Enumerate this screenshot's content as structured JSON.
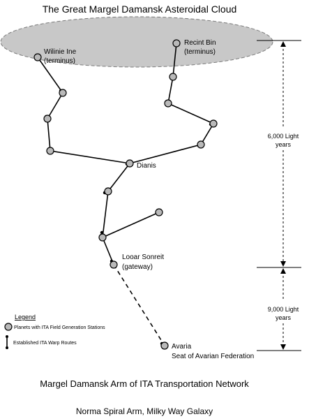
{
  "title": "The Great Margel Damansk Asteroidal Cloud",
  "footer": {
    "line1": "Margel Damansk Arm of ITA Transportation Network",
    "line2": "Norma Spiral Arm, Milky Way Galaxy"
  },
  "legend": {
    "heading": "Legend",
    "planet_label": "Planets with ITA Field Generation Stations",
    "route_label": "Established ITA Warp Routes"
  },
  "distances": {
    "upper": [
      "6,000 Light",
      "years"
    ],
    "lower": [
      "9,000 Light",
      "years"
    ]
  },
  "places": {
    "wilinie": [
      "Wilinie Ine",
      "(terminus)"
    ],
    "recint": [
      "Recint Bin",
      "(terminus)"
    ],
    "dianis": [
      "Dianis"
    ],
    "looar": [
      "Looar Sonreit",
      "(gateway)"
    ],
    "avaria": [
      "Avaria",
      "Seat of Avarian Federation"
    ]
  },
  "colors": {
    "cloud_fill": "#c8c8c8",
    "planet_fill": "#b9b9b9",
    "line": "#000000"
  }
}
